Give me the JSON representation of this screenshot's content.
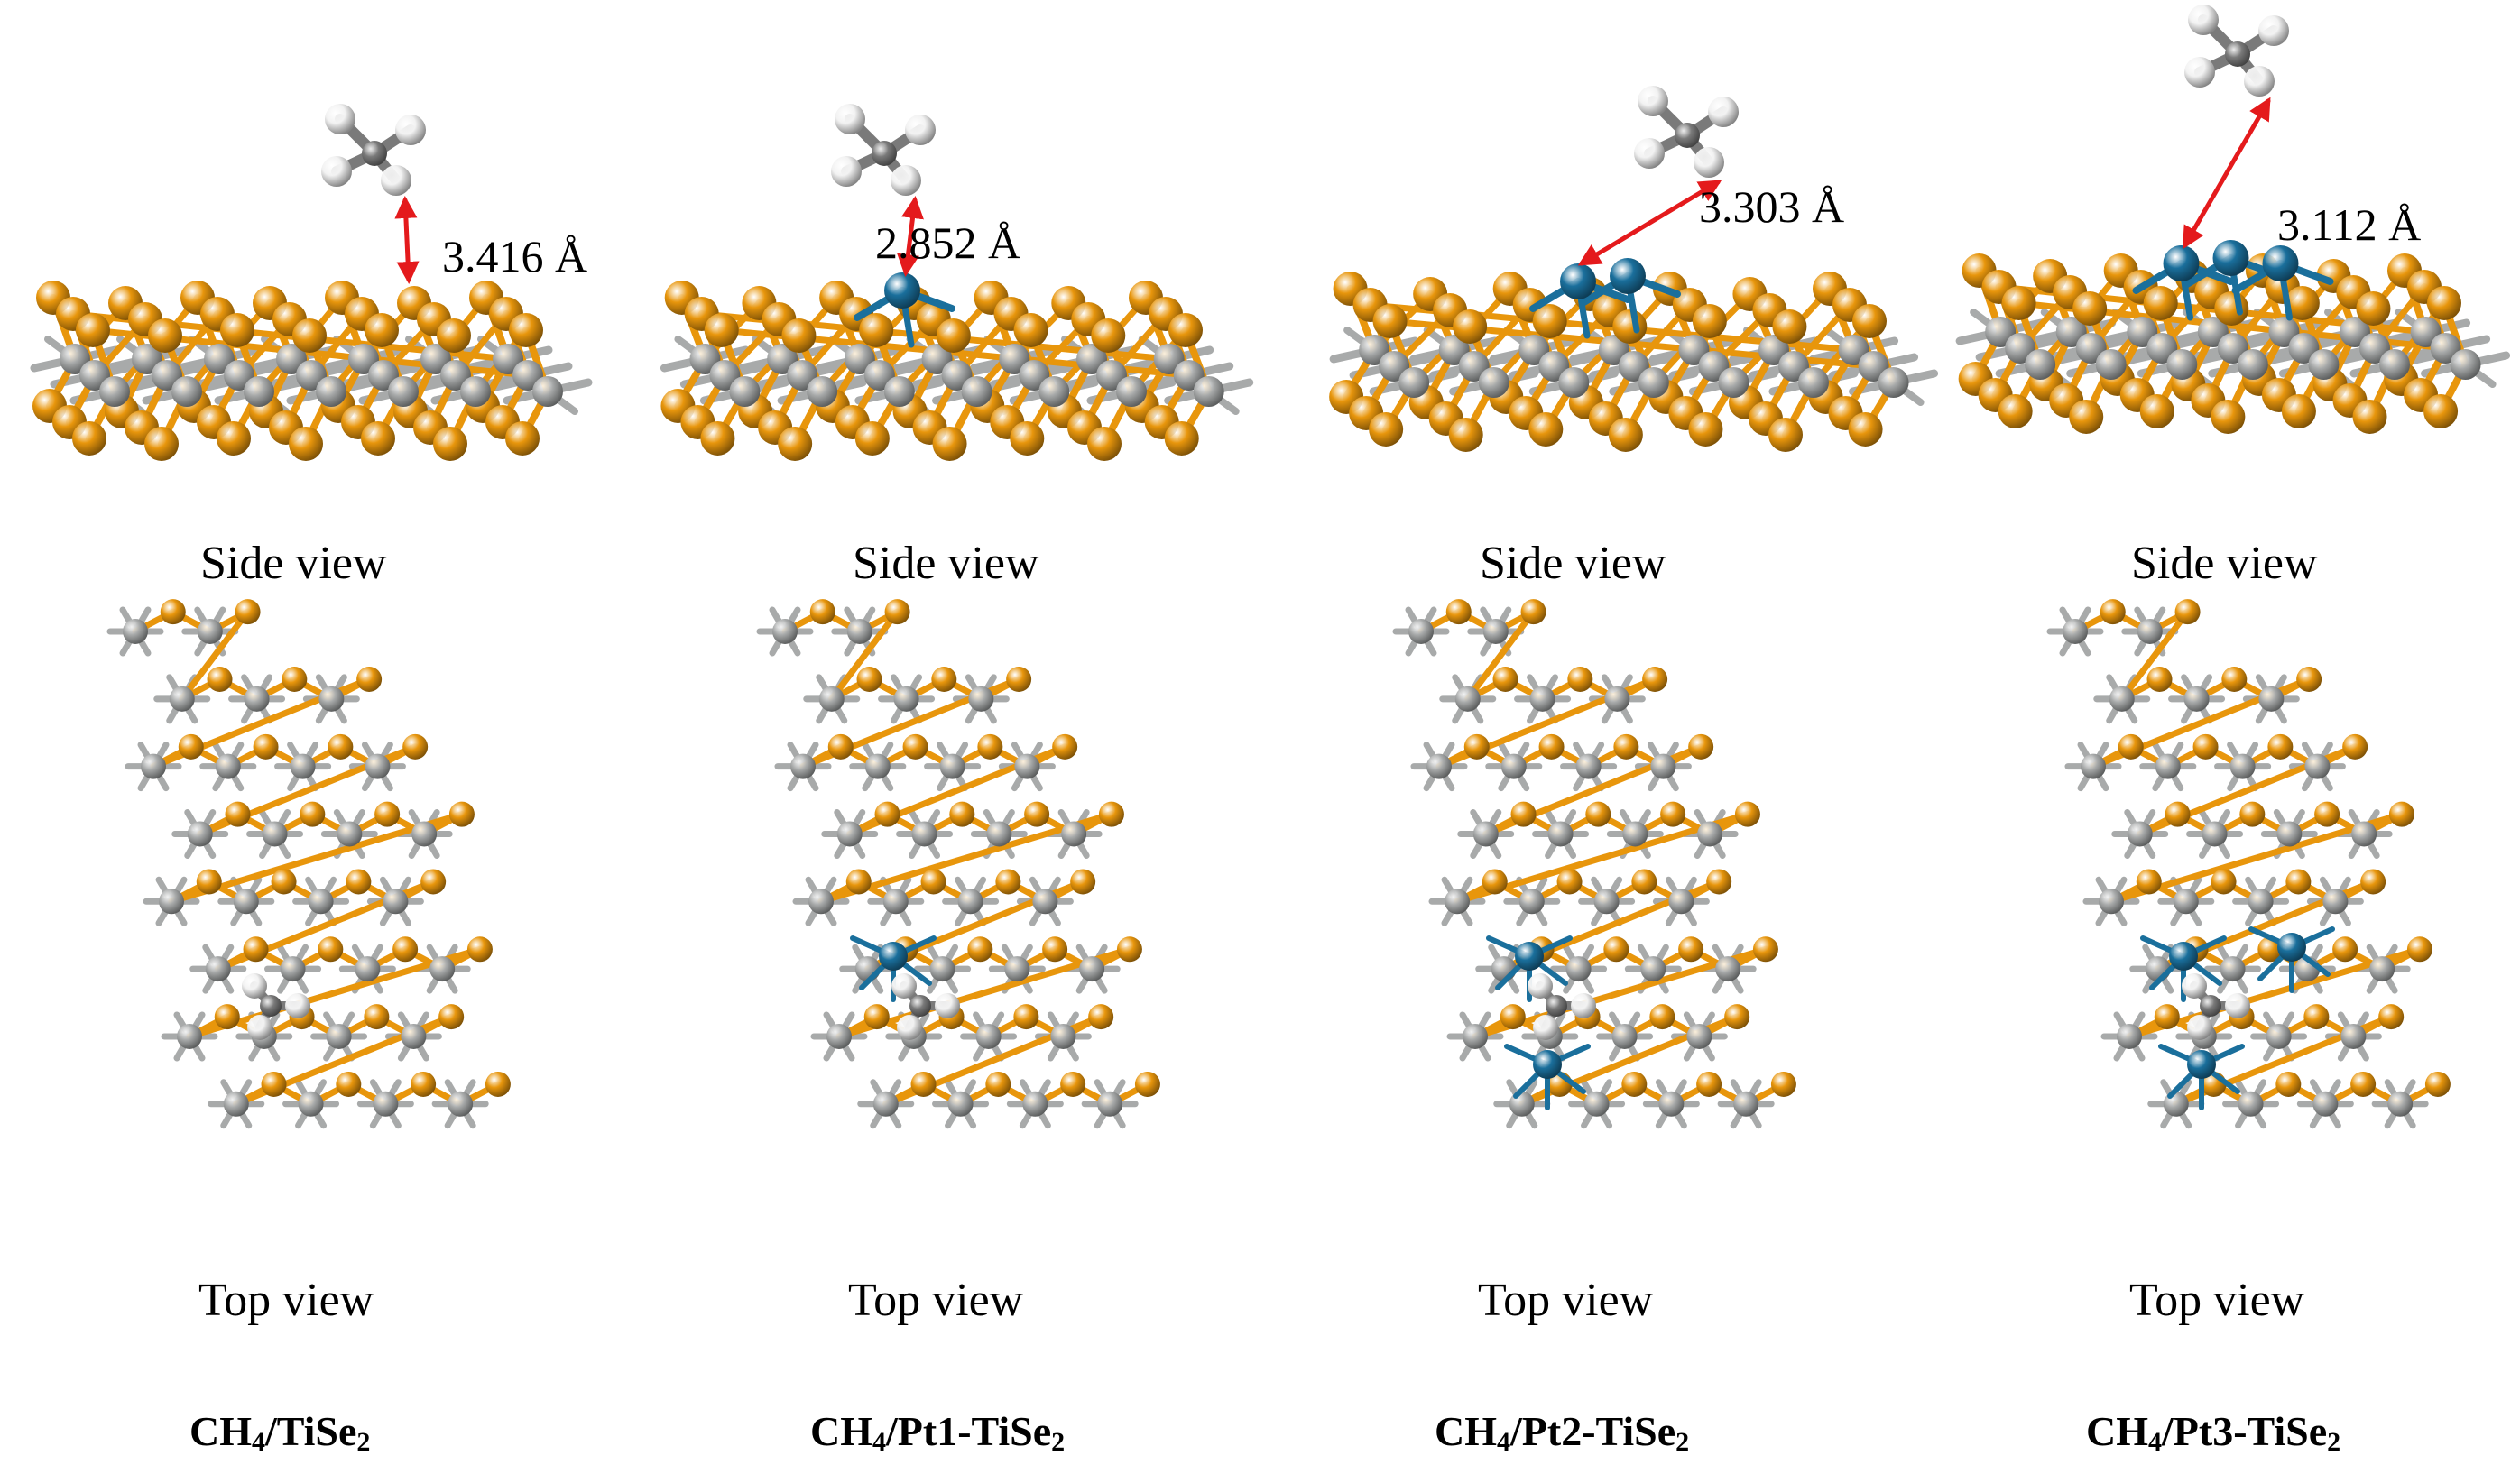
{
  "panels": [
    {
      "distance": "3.416 Å",
      "side_label": "Side view",
      "top_label": "Top view",
      "caption": {
        "a": "CH",
        "n": "4",
        "b": "/TiSe",
        "m": "2"
      },
      "pt_count": 0
    },
    {
      "distance": "2.852 Å",
      "side_label": "Side view",
      "top_label": "Top view",
      "caption": {
        "a": "CH",
        "n": "4",
        "b": "/Pt1-TiSe",
        "m": "2"
      },
      "pt_count": 1
    },
    {
      "distance": "3.303 Å",
      "side_label": "Side view",
      "top_label": "Top view",
      "caption": {
        "a": "CH",
        "n": "4",
        "b": "/Pt2-TiSe",
        "m": "2"
      },
      "pt_count": 2
    },
    {
      "distance": "3.112 Å",
      "side_label": "Side view",
      "top_label": "Top view",
      "caption": {
        "a": "CH",
        "n": "4",
        "b": "/Pt3-TiSe",
        "m": "2"
      },
      "pt_count": 3
    }
  ],
  "colors": {
    "se": "#e8960c",
    "ti": "#a8aaaa",
    "pt": "#1a6f9c",
    "c": "#7a7a7a",
    "h": "#f2f2f2",
    "arrow": "#e41a1c"
  }
}
